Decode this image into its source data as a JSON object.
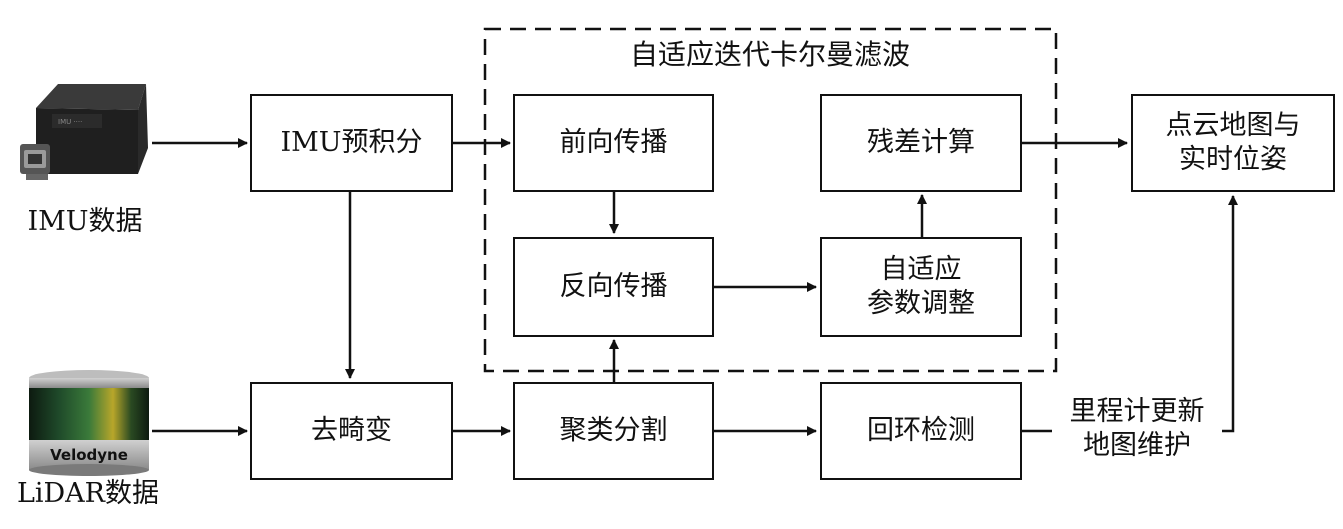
{
  "group_title": "自适应迭代卡尔曼滤波",
  "inputs": {
    "imu_label": "IMU数据",
    "lidar_label": "LiDAR数据",
    "lidar_brand": "Velodyne"
  },
  "boxes": {
    "imu_preint": "IMU预积分",
    "deskew": "去畸变",
    "forward": "前向传播",
    "backward": "反向传播",
    "cluster": "聚类分割",
    "residual": "残差计算",
    "adaptive_line1": "自适应",
    "adaptive_line2": "参数调整",
    "loop": "回环检测",
    "output_line1": "点云地图与",
    "output_line2": "实时位姿"
  },
  "edge_label": {
    "line1": "里程计更新",
    "line2": "地图维护"
  },
  "colors": {
    "line": "#111111",
    "background": "#ffffff"
  }
}
